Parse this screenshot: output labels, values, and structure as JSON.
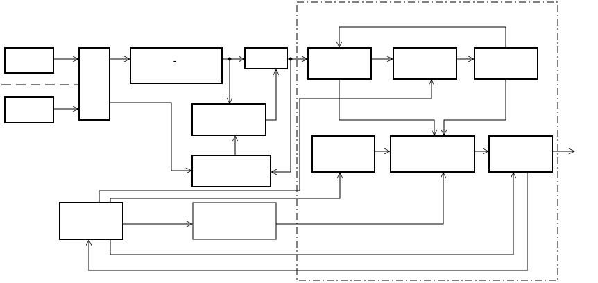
{
  "diagram": {
    "line_color": "#000000",
    "background": "#ffffff",
    "blocks": [
      {
        "id": "input-top",
        "label": ""
      },
      {
        "id": "input-bottom",
        "label": ""
      },
      {
        "id": "mux",
        "label": ""
      },
      {
        "id": "main-top",
        "label": "-"
      },
      {
        "id": "small-top",
        "label": ""
      },
      {
        "id": "mid-upper",
        "label": ""
      },
      {
        "id": "mid-lower",
        "label": ""
      },
      {
        "id": "ctrl",
        "label": ""
      },
      {
        "id": "bottom-mid",
        "label": ""
      },
      {
        "id": "r1",
        "label": ""
      },
      {
        "id": "r2",
        "label": ""
      },
      {
        "id": "r3",
        "label": ""
      },
      {
        "id": "r4",
        "label": ""
      },
      {
        "id": "r5",
        "label": ""
      },
      {
        "id": "r6",
        "label": ""
      }
    ]
  }
}
